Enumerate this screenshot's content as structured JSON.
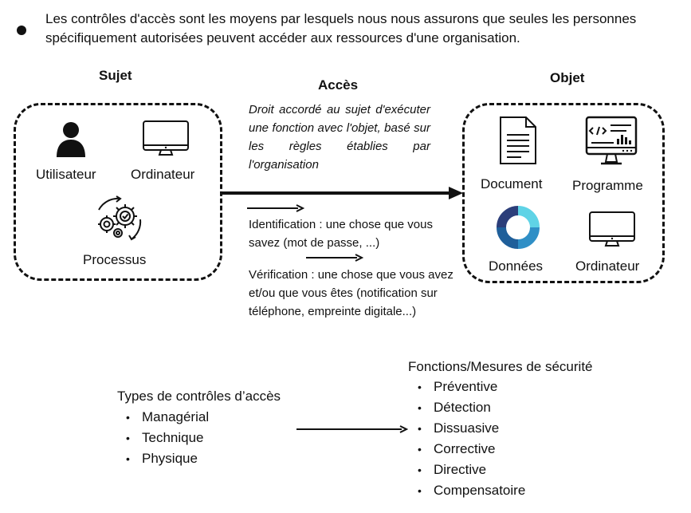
{
  "intro": {
    "text": "Les contrôles d'accès sont les moyens par lesquels nous nous assurons que seules les personnes spécifiquement autorisées peuvent accéder aux ressources d'une organisation."
  },
  "subject": {
    "title": "Sujet",
    "items": [
      {
        "label": "Utilisateur",
        "icon": "user-icon"
      },
      {
        "label": "Ordinateur",
        "icon": "monitor-icon"
      },
      {
        "label": "Processus",
        "icon": "gears-cycle-icon"
      }
    ]
  },
  "access": {
    "title": "Accès",
    "description": "Droit accordé au sujet d'exécuter une fonction avec l'objet, basé sur les règles établies par l'organisation",
    "identification": "Identification : une chose que vous savez (mot de passe, ...)",
    "verification": "Vérification : une chose que vous avez et/ou que vous êtes (notification sur téléphone, empreinte digitale...)"
  },
  "object": {
    "title": "Objet",
    "items": [
      {
        "label": "Document",
        "icon": "document-icon"
      },
      {
        "label": "Programme",
        "icon": "program-monitor-icon"
      },
      {
        "label": "Données",
        "icon": "donut-data-icon"
      },
      {
        "label": "Ordinateur",
        "icon": "monitor-icon"
      }
    ],
    "donut_colors": [
      "#5fd3e6",
      "#2f8fc6",
      "#1f5f9a",
      "#2c3e7a"
    ]
  },
  "control_types": {
    "title": "Types de contrôles d’accès",
    "items": [
      "Managérial",
      "Technique",
      "Physique"
    ]
  },
  "functions": {
    "title": "Fonctions/Mesures de sécurité",
    "items": [
      "Préventive",
      "Détection",
      "Dissuasive",
      "Corrective",
      "Directive",
      "Compensatoire"
    ]
  }
}
